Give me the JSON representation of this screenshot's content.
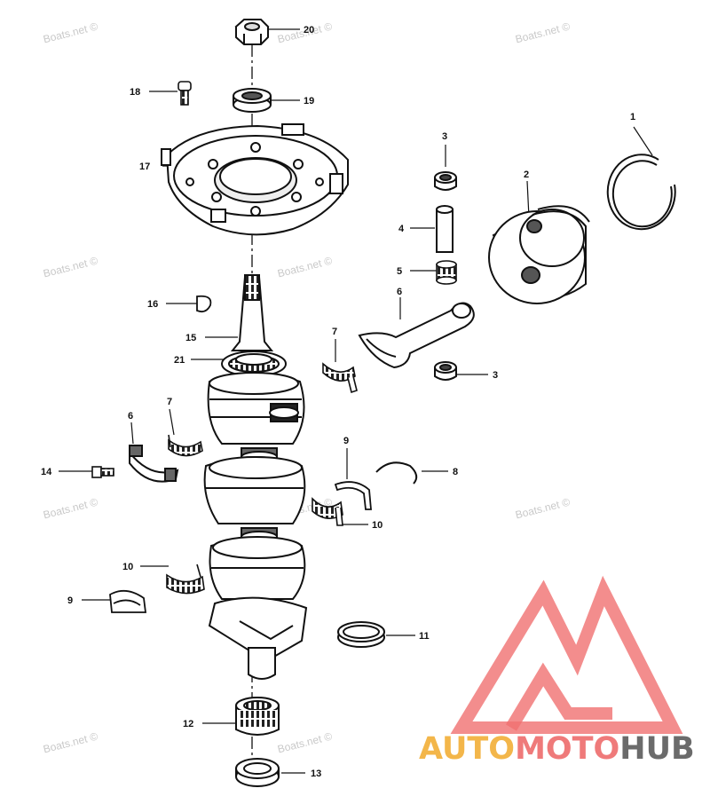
{
  "watermark": {
    "text": "Boats.net ©"
  },
  "callouts": {
    "c1": "1",
    "c2": "2",
    "c3a": "3",
    "c3b": "3",
    "c4": "4",
    "c5": "5",
    "c6a": "6",
    "c6b": "6",
    "c7a": "7",
    "c7b": "7",
    "c8": "8",
    "c9a": "9",
    "c9b": "9",
    "c10a": "10",
    "c10b": "10",
    "c11": "11",
    "c12": "12",
    "c13": "13",
    "c14": "14",
    "c15": "15",
    "c16": "16",
    "c17": "17",
    "c18": "18",
    "c19": "19",
    "c20": "20",
    "c21": "21"
  },
  "logo": {
    "part1": "AUTO",
    "part2": "MOTO",
    "part3": "HUB",
    "colors": {
      "auto": "#f3b64a",
      "moto": "#ef7a7a",
      "hub": "#6b6b6b",
      "mark": "#f07070"
    }
  }
}
